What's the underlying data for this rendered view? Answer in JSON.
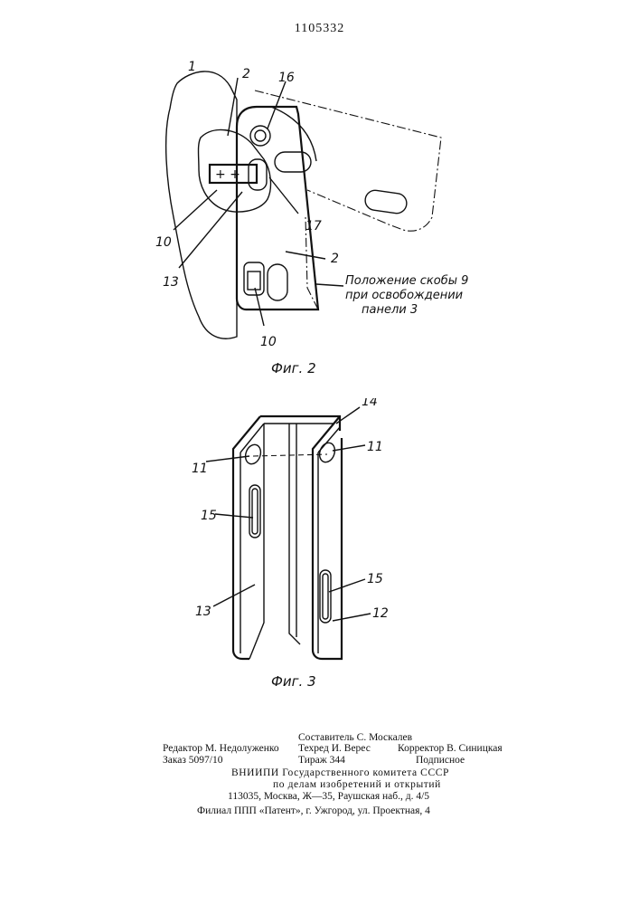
{
  "patent_number": "1105332",
  "figures": {
    "fig2": {
      "caption": "Фиг. 2",
      "labels": [
        "1",
        "2",
        "16",
        "10",
        "17",
        "13",
        "2",
        "10"
      ],
      "note_lines": [
        "Положение скобы 9",
        "при освобождении",
        "панели 3"
      ],
      "marks": "+ +"
    },
    "fig3": {
      "caption": "Фиг. 3",
      "labels": [
        "14",
        "11",
        "11",
        "15",
        "15",
        "13",
        "12"
      ]
    }
  },
  "imprint": {
    "editor": "Редактор М. Недолуженко",
    "order": "Заказ 5097/10",
    "compiler": "Составитель С. Москалев",
    "techred": "Техред И. Верес",
    "circulation": "Тираж 344",
    "corrector": "Корректор В. Синицкая",
    "subscription": "Подписное",
    "org_line1": "ВНИИПИ Государственного комитета СССР",
    "org_line2": "по делам изобретений и открытий",
    "org_line3": "113035, Москва, Ж—35, Раушская наб., д. 4/5",
    "branch": "Филиал ППП «Патент», г. Ужгород, ул. Проектная, 4"
  }
}
